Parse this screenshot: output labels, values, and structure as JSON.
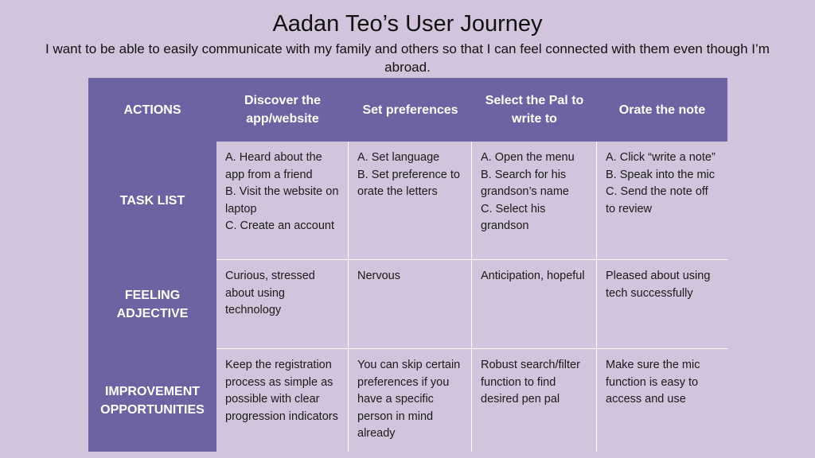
{
  "title": "Aadan Teo’s User Journey",
  "subtitle": "I want to be able to easily communicate with my family and others so that I can feel connected with them even though I’m abroad.",
  "columns": [
    "ACTIONS",
    "Discover the app/website",
    "Set preferences",
    "Select the Pal to write to",
    "Orate the note"
  ],
  "rows": [
    {
      "label": "TASK LIST",
      "cells": [
        [
          "A. Heard about the app from a friend",
          "B. Visit the website on laptop",
          "C. Create an account"
        ],
        [
          "A. Set language",
          "B. Set preference to orate the letters"
        ],
        [
          "A. Open the menu",
          "B. Search for his grandson’s name",
          "C. Select his grandson"
        ],
        [
          "A. Click “write a note”",
          "B. Speak into the mic",
          "C. Send the note off to review"
        ]
      ]
    },
    {
      "label": "FEELING ADJECTIVE",
      "cells": [
        [
          "Curious, stressed about using technology"
        ],
        [
          "Nervous"
        ],
        [
          "Anticipation, hopeful"
        ],
        [
          "Pleased about using tech successfully"
        ]
      ]
    },
    {
      "label": "IMPROVEMENT OPPORTUNITIES",
      "cells": [
        [
          "Keep the registration process as simple as possible with clear progression indicators"
        ],
        [
          "You can skip certain preferences if you have a specific person in mind already"
        ],
        [
          "Robust search/filter function to find desired pen pal"
        ],
        [
          "Make sure the mic function is easy to access and use"
        ]
      ]
    }
  ]
}
